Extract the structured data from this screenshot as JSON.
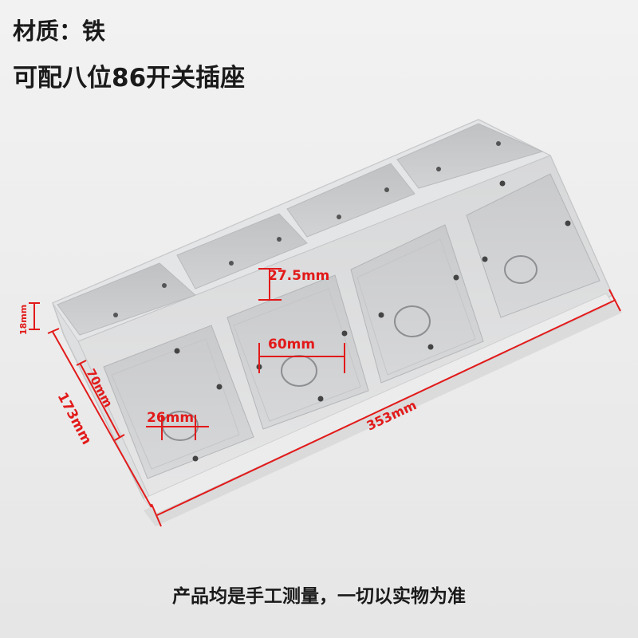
{
  "header": {
    "material": "材质：铁",
    "compat": "可配八位86开关插座"
  },
  "dimensions": {
    "depth_top": "27.5mm",
    "hole_spacing": "60mm",
    "hole_diameter": "26mm",
    "length": "353mm",
    "height_small": "18mm",
    "slant_height": "70mm",
    "width": "173mm"
  },
  "footer": {
    "note": "产品均是手工测量，一切以实物为准"
  },
  "colors": {
    "dimension_red": "#e21a1a",
    "box_gray": "#d9dadb",
    "background": "#ededed"
  }
}
